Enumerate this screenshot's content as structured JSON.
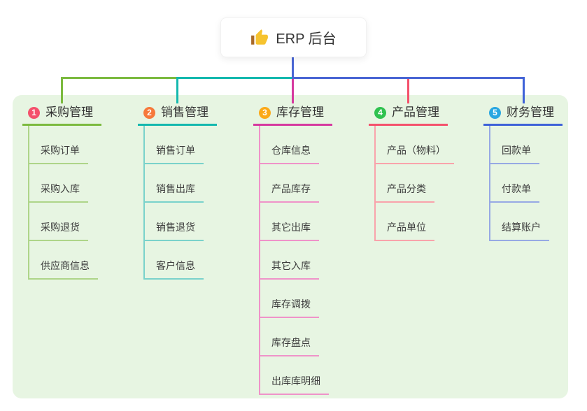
{
  "root": {
    "label": "ERP 后台",
    "icon": "thumbs-up-icon",
    "icon_colors": {
      "hand": "#f6c32f",
      "sleeve": "#a96a28"
    }
  },
  "colors": {
    "page_background": "#ffffff",
    "panel_background": "#e7f5e2",
    "trunk": "#4a66d4",
    "title_text": "#333333",
    "child_text": "#3d3d3d"
  },
  "branches": [
    {
      "badge": "1",
      "title": "采购管理",
      "badge_color": "#f4516c",
      "color": "#7cba3f",
      "light_color": "#aed589",
      "children": [
        "采购订单",
        "采购入库",
        "采购退货",
        "供应商信息"
      ]
    },
    {
      "badge": "2",
      "title": "销售管理",
      "badge_color": "#f6793b",
      "color": "#14b8ae",
      "light_color": "#7ad2cb",
      "children": [
        "销售订单",
        "销售出库",
        "销售退货",
        "客户信息"
      ]
    },
    {
      "badge": "3",
      "title": "库存管理",
      "badge_color": "#fba919",
      "color": "#d6399f",
      "light_color": "#ef93c9",
      "children": [
        "仓库信息",
        "产品库存",
        "其它出库",
        "其它入库",
        "库存调拨",
        "库存盘点",
        "出库库明细"
      ]
    },
    {
      "badge": "4",
      "title": "产品管理",
      "badge_color": "#2fc24f",
      "color": "#f4516c",
      "light_color": "#f9a3ab",
      "children": [
        "产品（物料）",
        "产品分类",
        "产品单位"
      ]
    },
    {
      "badge": "5",
      "title": "财务管理",
      "badge_color": "#29a7e1",
      "color": "#3e62d8",
      "light_color": "#97a9e4",
      "children": [
        "回款单",
        "付款单",
        "结算账户"
      ]
    }
  ]
}
